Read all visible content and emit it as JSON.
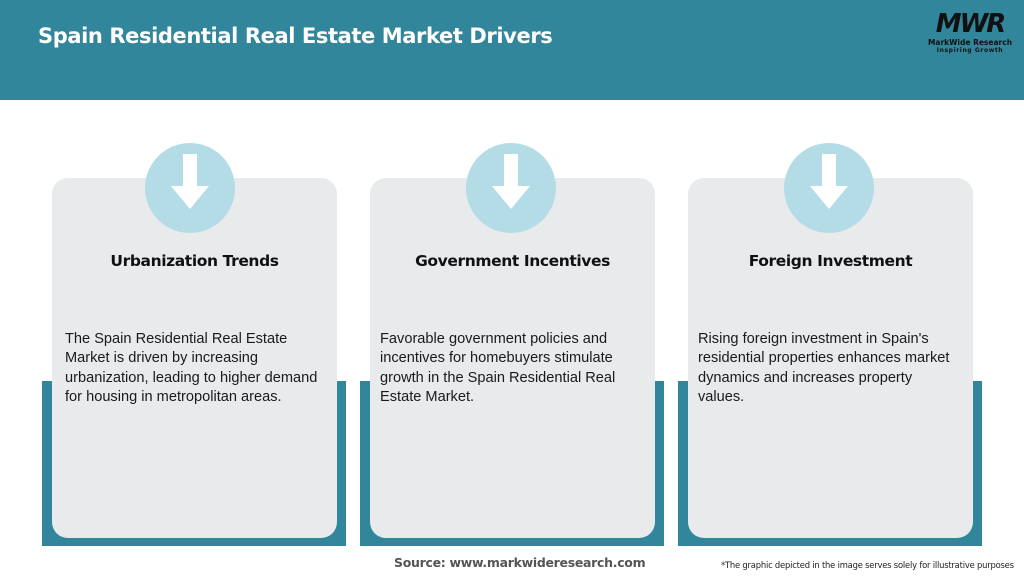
{
  "header": {
    "title": "Spain Residential Real Estate Market Drivers",
    "background_color": "#32869c"
  },
  "logo": {
    "mark": "MWR",
    "name": "MarkWide Research",
    "tagline": "Inspiring Growth"
  },
  "cards": [
    {
      "icon": "arrow-down-icon",
      "title": "Urbanization Trends",
      "text": "The Spain Residential Real Estate Market is driven by increasing urbanization, leading to higher demand for housing in metropolitan areas."
    },
    {
      "icon": "arrow-down-icon",
      "title": "Government Incentives",
      "text": "Favorable government policies and incentives for homebuyers stimulate growth in the Spain Residential Real Estate Market."
    },
    {
      "icon": "arrow-down-icon",
      "title": "Foreign Investment",
      "text": "Rising foreign investment in Spain's residential properties enhances market dynamics and increases property values."
    }
  ],
  "colors": {
    "accent": "#32869c",
    "card_bg": "#e8eaeb",
    "icon_circle": "#b4dce7"
  },
  "footer": {
    "source": "Source: www.markwideresearch.com",
    "disclaimer": "*The graphic depicted in the image serves solely for illustrative purposes"
  }
}
